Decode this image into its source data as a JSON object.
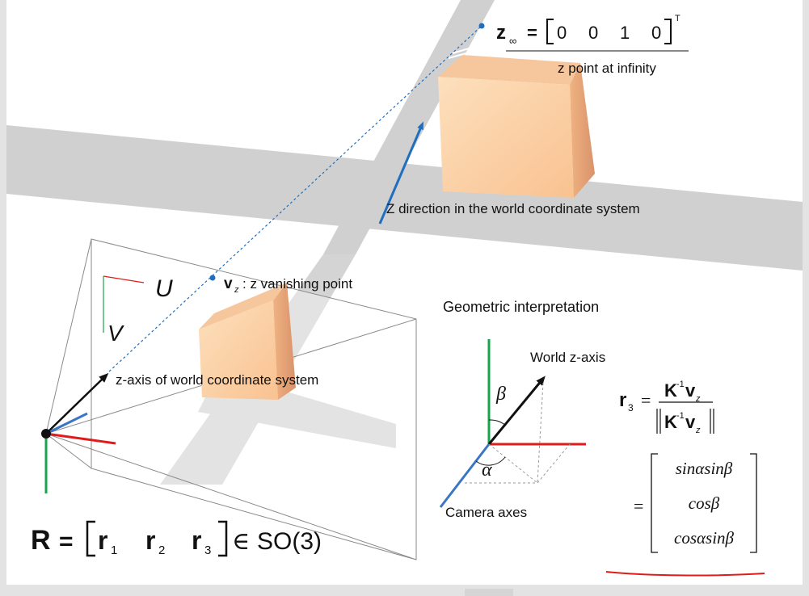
{
  "top": {
    "z_symbol": "z",
    "z_subscript": "∞",
    "equals": "=",
    "matrix_values": [
      "0",
      "0",
      "1",
      "0"
    ],
    "transpose": "T",
    "caption": "z point at infinity"
  },
  "labels": {
    "world_z_direction": "Z direction in the world coordinate system",
    "vanishing_symbol": "v",
    "vanishing_subscript": "z",
    "vanishing_point": ": z vanishing point",
    "image_u": "U",
    "image_v": "V",
    "world_axis_in_camera": "z-axis of world coordinate system"
  },
  "geometric": {
    "title": "Geometric interpretation",
    "world_z_axis": "World z-axis",
    "beta": "β",
    "alpha": "α",
    "camera_axes": "Camera axes"
  },
  "formula": {
    "lhs": "r",
    "lhs_sub": "3",
    "equals": "=",
    "numerator_K": "K",
    "inverse_sup": "-1",
    "v": "v",
    "v_sub": "z",
    "row1": "sinαsinβ",
    "row2": "cosβ",
    "row3": "cosαsinβ"
  },
  "rotation": {
    "R": "R",
    "equals": "=",
    "r": "r",
    "subs": [
      "1",
      "2",
      "3"
    ],
    "member": "∈",
    "group": "SO(3)"
  },
  "colors": {
    "frame_gray": "#e3e3e3",
    "road_gray": "#d0d0d0",
    "box_light": "#fbd0a4",
    "box_dark": "#e8a77a",
    "blue": "#1f6fbe",
    "red": "#e01b1b",
    "green": "#19a34a"
  }
}
